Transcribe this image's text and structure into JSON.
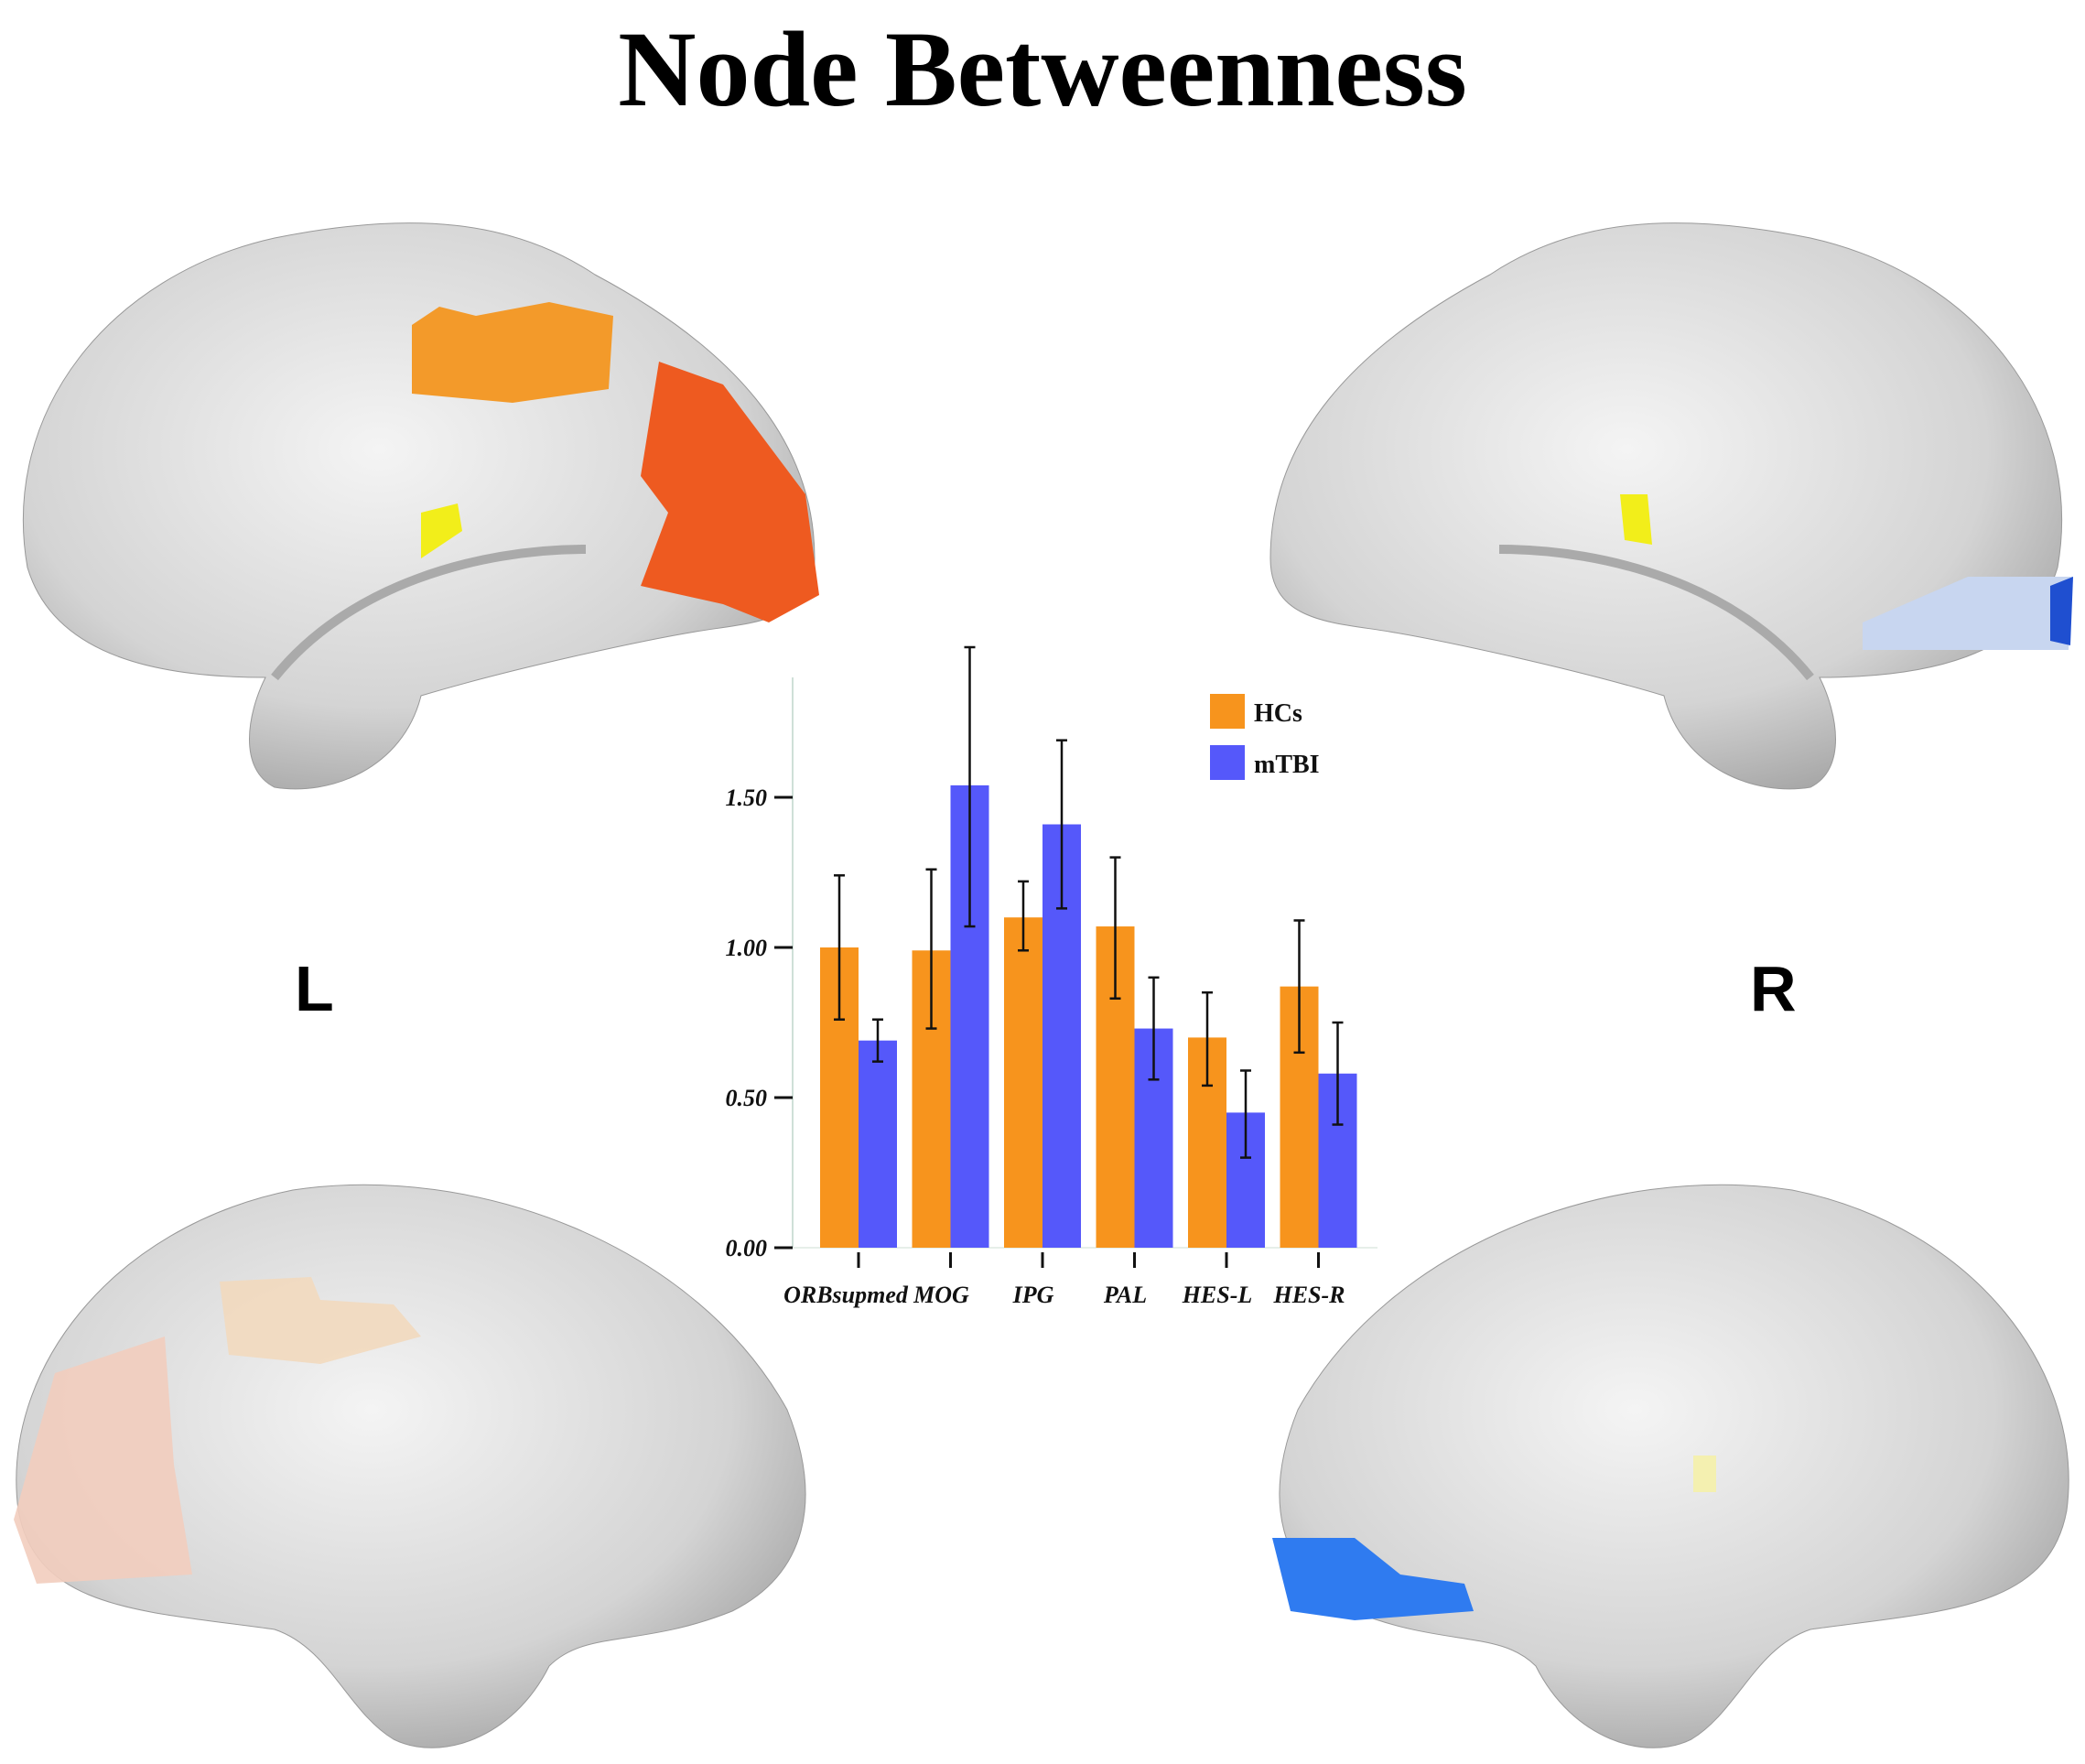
{
  "title": "Node Betweenness",
  "hemisphere_labels": {
    "left": "L",
    "right": "R"
  },
  "colors": {
    "hcs": "#F7941D",
    "mtbi": "#5558FA",
    "brain": "#d6d6d6",
    "region_orange": "#F39A2A",
    "region_red": "#EE5A20",
    "region_yellow": "#F2EE1A",
    "region_blue": "#2F7BF0"
  },
  "chart_data": {
    "type": "bar",
    "title": "",
    "xlabel": "",
    "ylabel": "",
    "ylim": [
      0,
      1.9
    ],
    "yticks": [
      0.0,
      0.5,
      1.0,
      1.5
    ],
    "ytick_labels": [
      "0.00",
      "0.50",
      "1.00",
      "1.50"
    ],
    "categories": [
      "ORBsupmed",
      "MOG",
      "IPG",
      "PAL",
      "HES-L",
      "HES-R"
    ],
    "legend_position": "top-right",
    "series": [
      {
        "name": "HCs",
        "values": [
          1.0,
          0.99,
          1.1,
          1.07,
          0.7,
          0.87
        ],
        "err_low": [
          0.76,
          0.73,
          0.99,
          0.83,
          0.54,
          0.65
        ],
        "err_high": [
          1.24,
          1.26,
          1.22,
          1.3,
          0.85,
          1.09
        ]
      },
      {
        "name": "mTBI",
        "values": [
          0.69,
          1.54,
          1.41,
          0.73,
          0.45,
          0.58
        ],
        "err_low": [
          0.62,
          1.07,
          1.13,
          0.56,
          0.3,
          0.41
        ],
        "err_high": [
          0.76,
          2.0,
          1.69,
          0.9,
          0.59,
          0.75
        ]
      }
    ]
  }
}
